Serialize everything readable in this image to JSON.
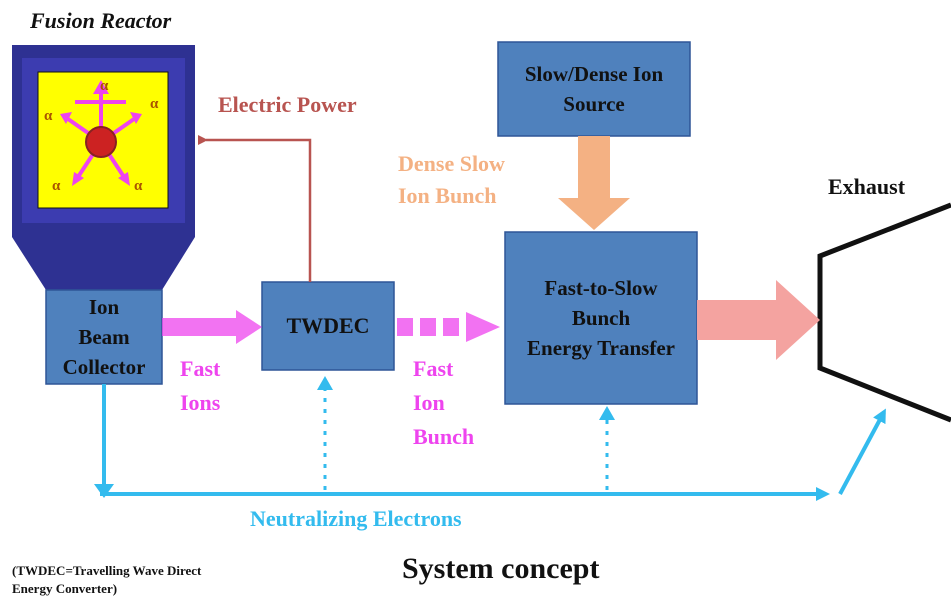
{
  "title": "Fusion Reactor",
  "boxes": {
    "ion_collector": [
      "Ion",
      "Beam",
      "Collector"
    ],
    "twdec": "TWDEC",
    "ion_source": [
      "Slow/Dense Ion",
      "Source"
    ],
    "energy_transfer": [
      "Fast-to-Slow",
      "Bunch",
      "Energy Transfer"
    ]
  },
  "labels": {
    "electric_power": "Electric Power",
    "dense_slow_bunch": [
      "Dense Slow",
      "Ion Bunch"
    ],
    "exhaust": "Exhaust",
    "fast_ions": [
      "Fast",
      "Ions"
    ],
    "fast_ion_bunch": [
      "Fast",
      "Ion",
      "Bunch"
    ],
    "neutralizing_electrons": "Neutralizing Electrons",
    "reactor_particle": "α"
  },
  "footnote": [
    "(TWDEC=Travelling  Wave Direct",
    "Energy Converter)"
  ],
  "caption": "System concept",
  "colors": {
    "box": "#4f81bd",
    "reactor_outer": "#2e3192",
    "reactor_core": "#ffff00",
    "magenta": "#ee44ee",
    "cyan": "#33bbee",
    "salmon": "#f4b183",
    "electric": "#b85450"
  }
}
